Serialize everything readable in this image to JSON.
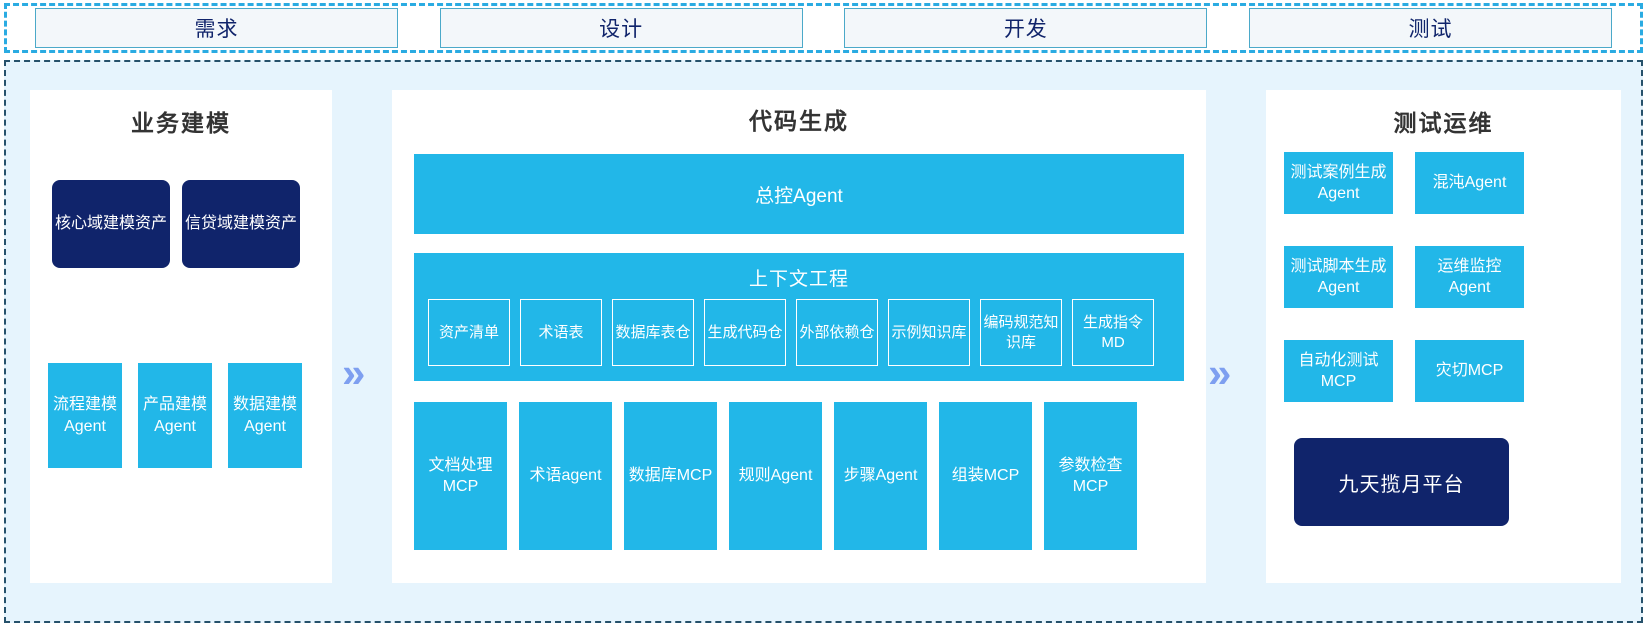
{
  "phases": {
    "items": [
      {
        "label": "需求"
      },
      {
        "label": "设计"
      },
      {
        "label": "开发"
      },
      {
        "label": "测试"
      }
    ]
  },
  "flow": {
    "chevron_icon": "»",
    "chevron_color": "#7e9ff0"
  },
  "colors": {
    "accent_cyan": "#22b7e8",
    "accent_navy": "#10246b",
    "panel_bg": "#ffffff",
    "canvas_bg": "#e6f4fd",
    "phase_border": "#4ba9c9",
    "phase_fill": "#f3f7fa",
    "outer_dash": "#2aabe2",
    "main_dash": "#26516b"
  },
  "left_panel": {
    "title": "业务建模",
    "assets": [
      {
        "label": "核心域建模资产"
      },
      {
        "label": "信贷域建模资产"
      }
    ],
    "agents": [
      {
        "label": "流程建模Agent"
      },
      {
        "label": "产品建模Agent"
      },
      {
        "label": "数据建模Agent"
      }
    ]
  },
  "center_panel": {
    "title": "代码生成",
    "master_agent": "总控Agent",
    "context": {
      "title": "上下文工程",
      "items": [
        {
          "label": "资产清单"
        },
        {
          "label": "术语表"
        },
        {
          "label": "数据库表仓"
        },
        {
          "label": "生成代码仓"
        },
        {
          "label": "外部依赖仓"
        },
        {
          "label": "示例知识库"
        },
        {
          "label": "编码规范知识库"
        },
        {
          "label": "生成指令MD"
        }
      ]
    },
    "tools": [
      {
        "label": "文档处理MCP"
      },
      {
        "label": "术语agent"
      },
      {
        "label": "数据库MCP"
      },
      {
        "label": "规则Agent"
      },
      {
        "label": "步骤Agent"
      },
      {
        "label": "组装MCP"
      },
      {
        "label": "参数检查MCP"
      }
    ]
  },
  "right_panel": {
    "title": "测试运维",
    "items": [
      {
        "label": "测试案例生成Agent"
      },
      {
        "label": "混沌Agent"
      },
      {
        "label": "测试脚本生成Agent"
      },
      {
        "label": "运维监控Agent"
      },
      {
        "label": "自动化测试MCP"
      },
      {
        "label": "灾切MCP"
      }
    ],
    "platform": "九天揽月平台"
  }
}
